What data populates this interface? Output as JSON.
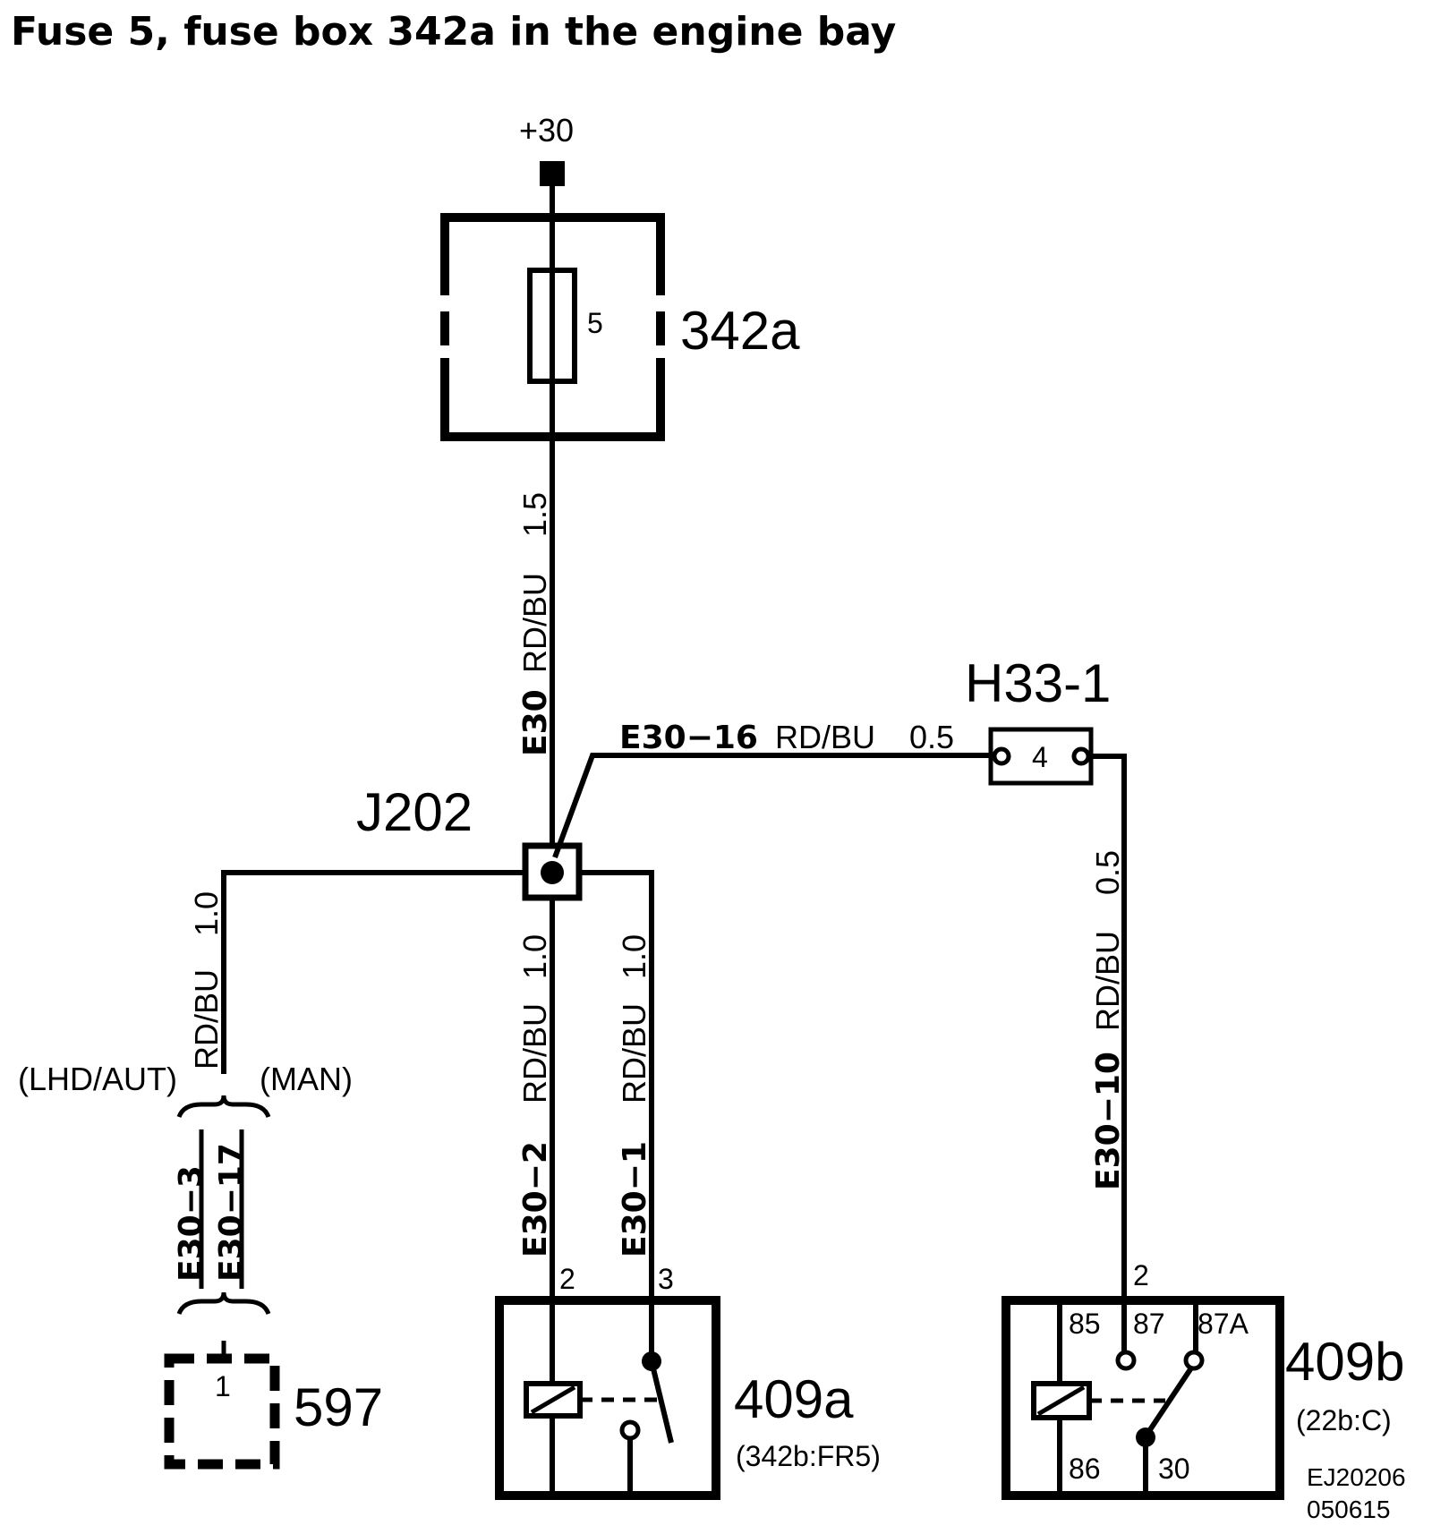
{
  "title": "Fuse 5, fuse box 342a in the engine bay",
  "supply": "+30",
  "fuse_box": {
    "id": "342a",
    "fuse_number": "5"
  },
  "junction": "J202",
  "connector": {
    "id": "H33-1",
    "pin": "4"
  },
  "wires": {
    "main": {
      "id": "E30",
      "color": "RD/BU",
      "size": "1.5"
    },
    "to_h33": {
      "id": "E30−16",
      "color": "RD/BU",
      "size": "0.5"
    },
    "to_409b": {
      "id": "E30−10",
      "color": "RD/BU",
      "size": "0.5"
    },
    "to_597": {
      "color": "RD/BU",
      "size": "1.0",
      "variant_left": "(LHD/AUT)",
      "variant_right": "(MAN)",
      "id_left": "E30−3",
      "id_right": "E30−17"
    },
    "to_409a_pin2": {
      "id": "E30−2",
      "color": "RD/BU",
      "size": "1.0"
    },
    "to_409a_pin3": {
      "id": "E30−1",
      "color": "RD/BU",
      "size": "1.0"
    }
  },
  "component_597": {
    "id": "597",
    "pin": "1"
  },
  "relay_409a": {
    "id": "409a",
    "ref": "(342b:FR5)",
    "pin_a": "2",
    "pin_b": "3"
  },
  "relay_409b": {
    "id": "409b",
    "ref": "(22b:C)",
    "input_pin": "2",
    "pin_85": "85",
    "pin_87": "87",
    "pin_87a": "87A",
    "pin_86": "86",
    "pin_30": "30"
  },
  "drawing_code": "EJ20206",
  "drawing_date": "050615"
}
